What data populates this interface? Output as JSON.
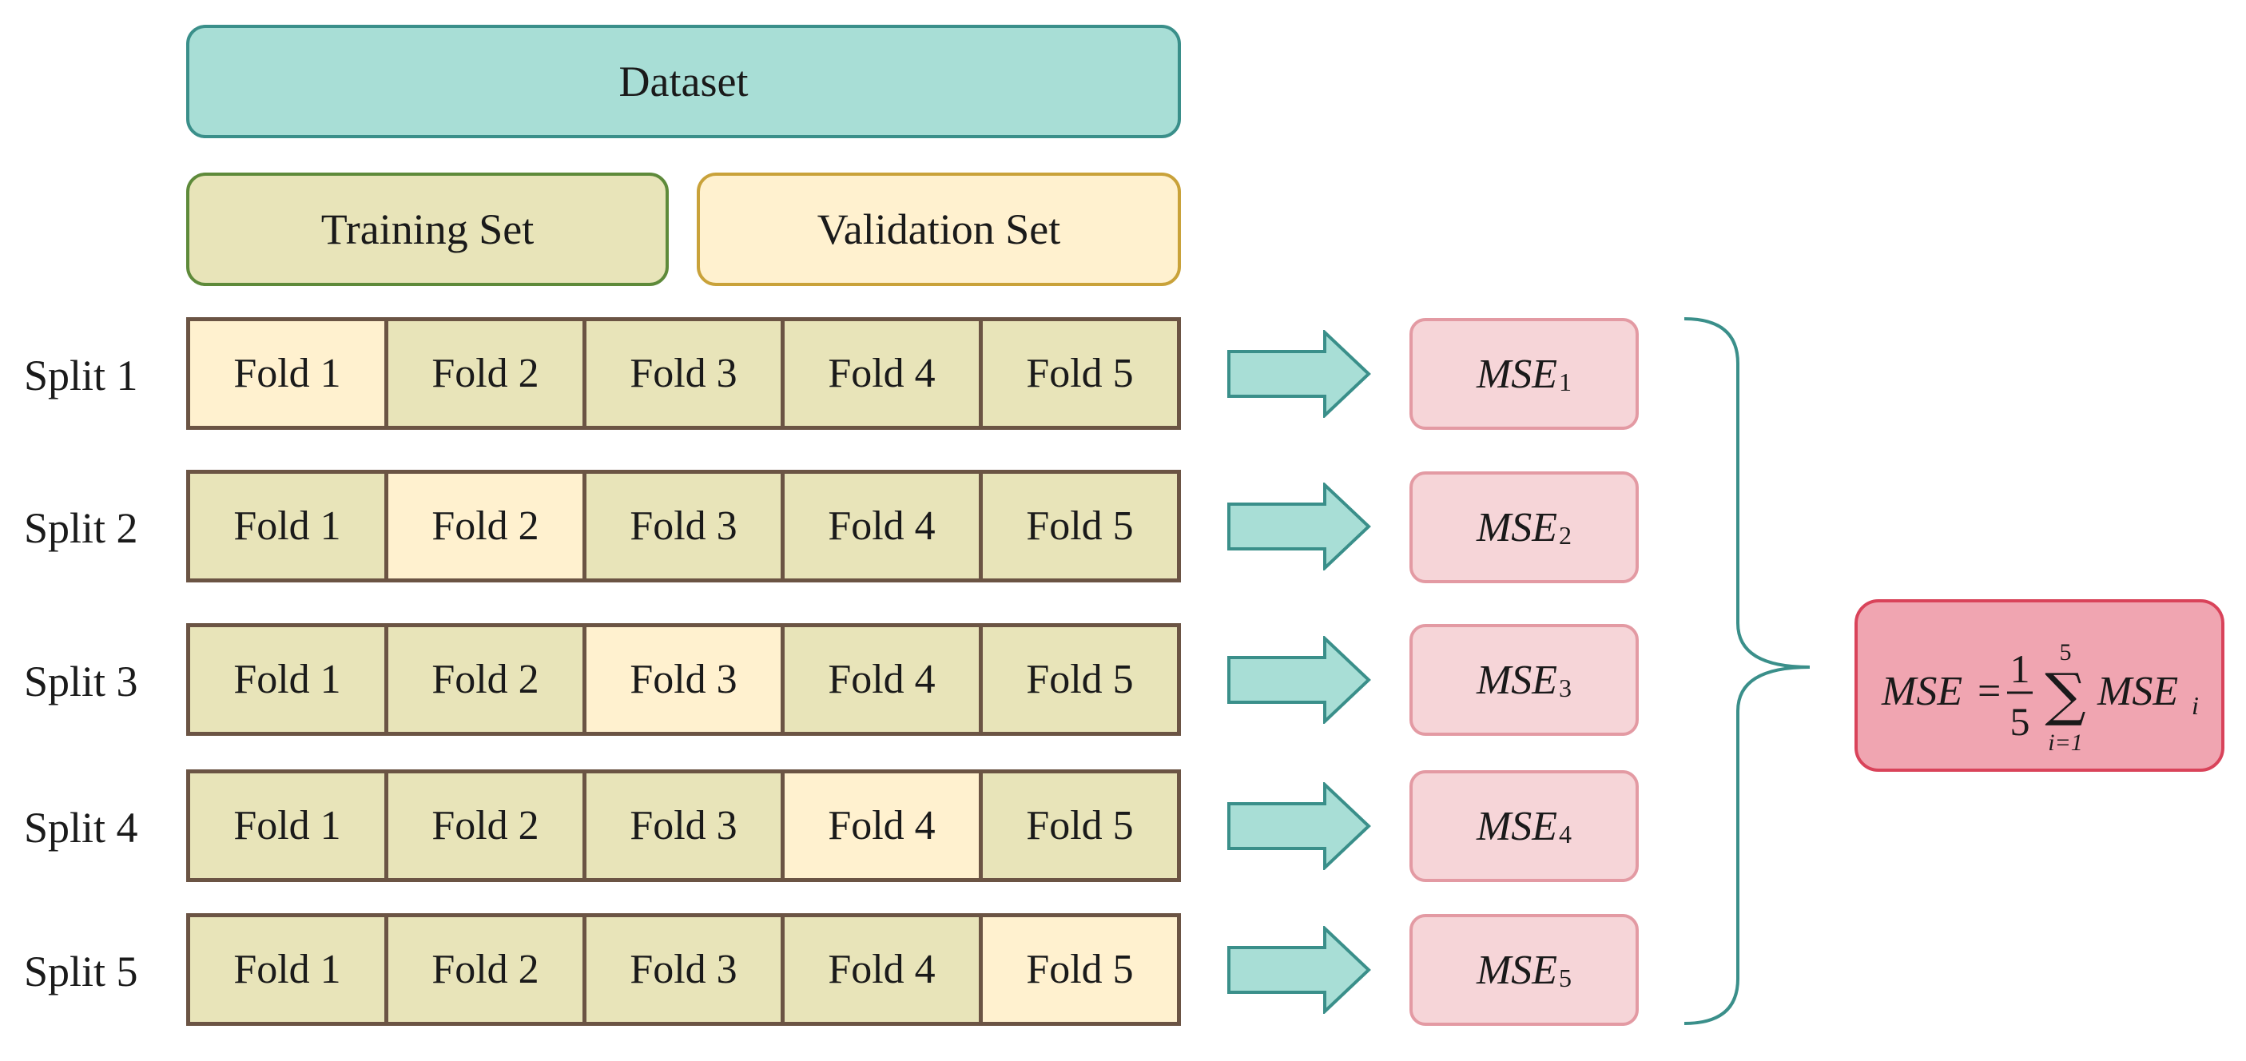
{
  "dataset": {
    "label": "Dataset"
  },
  "training": {
    "label": "Training Set"
  },
  "validation": {
    "label": "Validation Set"
  },
  "splits": [
    {
      "label": "Split 1",
      "folds": [
        "Fold 1",
        "Fold 2",
        "Fold 3",
        "Fold 4",
        "Fold 5"
      ],
      "validation_fold": 1,
      "mse": "MSE",
      "mse_sub": "1"
    },
    {
      "label": "Split 2",
      "folds": [
        "Fold 1",
        "Fold 2",
        "Fold 3",
        "Fold 4",
        "Fold 5"
      ],
      "validation_fold": 2,
      "mse": "MSE",
      "mse_sub": "2"
    },
    {
      "label": "Split 3",
      "folds": [
        "Fold 1",
        "Fold 2",
        "Fold 3",
        "Fold 4",
        "Fold 5"
      ],
      "validation_fold": 3,
      "mse": "MSE",
      "mse_sub": "3"
    },
    {
      "label": "Split 4",
      "folds": [
        "Fold 1",
        "Fold 2",
        "Fold 3",
        "Fold 4",
        "Fold 5"
      ],
      "validation_fold": 4,
      "mse": "MSE",
      "mse_sub": "4"
    },
    {
      "label": "Split 5",
      "folds": [
        "Fold 1",
        "Fold 2",
        "Fold 3",
        "Fold 4",
        "Fold 5"
      ],
      "validation_fold": 5,
      "mse": "MSE",
      "mse_sub": "5"
    }
  ],
  "formula": {
    "lhs": "MSE",
    "equals": "=",
    "numerator": "1",
    "denominator": "5",
    "sigma": "∑",
    "upper": "5",
    "lower": "i=1",
    "term": "MSE",
    "term_sub": "i"
  },
  "colors": {
    "dataset_fill": "#a8ded6",
    "training_fill": "#e8e4b9",
    "validation_fill": "#fff1cf",
    "arrow_fill": "#a8ded6",
    "mse_fill": "#f6d5d8",
    "formula_fill": "#f0a5b1"
  }
}
